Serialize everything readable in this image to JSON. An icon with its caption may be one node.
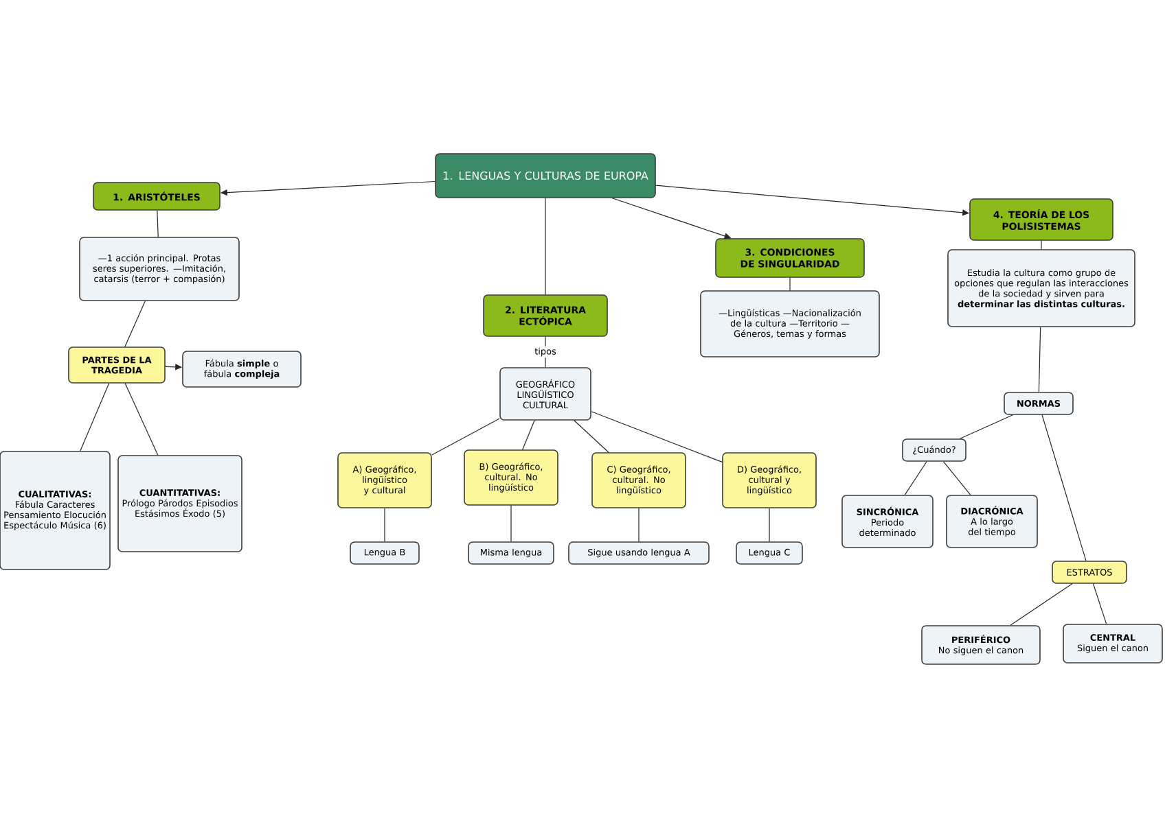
{
  "diagram": {
    "nodes": [
      {
        "text": [
          "1. LENGUAS Y CULTURAS DE EUROPA"
        ]
      },
      {
        "text": [
          "1. ARISTÓTELES"
        ]
      },
      {
        "text": [
          "—1 acción principal. Protas seres superiores. —Imitación, catarsis (terror + compasión)"
        ]
      },
      {
        "text": [
          "PARTES DE LA TRAGEDIA"
        ]
      },
      {
        "text": [
          "Fábula **simple** o fábula **compleja**"
        ]
      },
      {
        "text": [
          "CUALITATIVAS:",
          "Fábula Caracteres Pensamiento Elocución Espectáculo Música (6)"
        ]
      },
      {
        "text": [
          "CUANTITATIVAS:",
          "Prólogo Párodos Episodios Estásimos Éxodo (5)"
        ]
      },
      {
        "text": [
          "2. LITERATURA ECTÓPICA"
        ]
      },
      {
        "text": [
          "GEOGRÁFICO LINGÜÍSTICO CULTURAL"
        ]
      },
      {
        "text": [
          "A) Geográfico, lingüístico y cultural"
        ]
      },
      {
        "text": [
          "B) Geográfico, cultural. No lingüístico"
        ]
      },
      {
        "text": [
          "C) Geográfico, cultural. No lingüístico"
        ]
      },
      {
        "text": [
          "D) Geográfico, cultural y lingüístico"
        ]
      },
      {
        "text": [
          "Lengua B"
        ]
      },
      {
        "text": [
          "Misma lengua"
        ]
      },
      {
        "text": [
          "Sigue usando lengua A"
        ]
      },
      {
        "text": [
          "Lengua C"
        ]
      },
      {
        "text": [
          "3. CONDICIONES DE SINGULARIDAD"
        ]
      },
      {
        "text": [
          "—Lingüísticas —Nacionalización de la cultura —Territorio —Géneros, temas y formas"
        ]
      },
      {
        "text": [
          "4. TEORÍA DE LOS POLISISTEMAS"
        ]
      },
      {
        "text": [
          "Estudia la cultura como grupo de opciones que regulan las interacciones de la sociedad y sirven para **determinar las distintas culturas.**"
        ]
      },
      {
        "text": [
          "NORMAS"
        ]
      },
      {
        "text": [
          "¿Cuándo?"
        ]
      },
      {
        "text": [
          "SINCRÓNICA",
          "Periodo determinado"
        ]
      },
      {
        "text": [
          "DIACRÓNICA",
          "A lo largo del tiempo"
        ]
      },
      {
        "text": [
          "ESTRATOS"
        ]
      },
      {
        "text": [
          "PERIFÉRICO",
          "No siguen el canon"
        ]
      },
      {
        "text": [
          "CENTRAL",
          "Siguen el canon"
        ]
      }
    ],
    "edges": [
      {
        "from": 0,
        "to": 1,
        "arrow": "to"
      },
      {
        "from": 0,
        "to": 7,
        "arrow": "none"
      },
      {
        "from": 0,
        "to": 17,
        "arrow": "to"
      },
      {
        "from": 0,
        "to": 19,
        "arrow": "to"
      },
      {
        "from": 1,
        "to": 2,
        "arrow": "none"
      },
      {
        "from": 2,
        "to": 3,
        "arrow": "none"
      },
      {
        "from": 3,
        "to": 4,
        "arrow": "to"
      },
      {
        "from": 3,
        "to": 5,
        "arrow": "none"
      },
      {
        "from": 3,
        "to": 6,
        "arrow": "none"
      },
      {
        "from": 7,
        "to": 8,
        "arrow": "none",
        "label": "tipos"
      },
      {
        "from": 8,
        "to": 9,
        "arrow": "none"
      },
      {
        "from": 8,
        "to": 10,
        "arrow": "none"
      },
      {
        "from": 8,
        "to": 11,
        "arrow": "none"
      },
      {
        "from": 8,
        "to": 12,
        "arrow": "none"
      },
      {
        "from": 9,
        "to": 13,
        "arrow": "none"
      },
      {
        "from": 10,
        "to": 14,
        "arrow": "none"
      },
      {
        "from": 11,
        "to": 15,
        "arrow": "none"
      },
      {
        "from": 12,
        "to": 16,
        "arrow": "none"
      },
      {
        "from": 17,
        "to": 18,
        "arrow": "none"
      },
      {
        "from": 19,
        "to": 20,
        "arrow": "none"
      },
      {
        "from": 20,
        "to": 21,
        "arrow": "none"
      },
      {
        "from": 21,
        "to": 22,
        "arrow": "none"
      },
      {
        "from": 22,
        "to": 23,
        "arrow": "none"
      },
      {
        "from": 22,
        "to": 24,
        "arrow": "none"
      },
      {
        "from": 21,
        "to": 25,
        "arrow": "none"
      },
      {
        "from": 25,
        "to": 26,
        "arrow": "none"
      },
      {
        "from": 25,
        "to": 27,
        "arrow": "none"
      }
    ]
  }
}
